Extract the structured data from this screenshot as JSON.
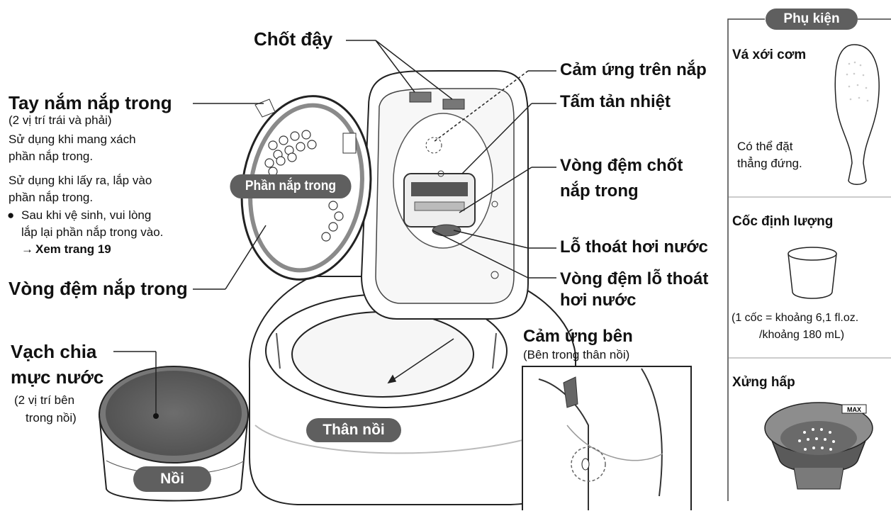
{
  "labels": {
    "chot_day": "Chốt đậy",
    "tay_nam_nap_trong": "Tay nắm nắp trong",
    "tay_nam_note": "(2 vị trí trái và phải)",
    "su_dung_1a": "Sử dụng khi mang xách",
    "su_dung_1b": "phần nắp trong.",
    "su_dung_2a": "Sử dụng khi lấy ra, lắp vào",
    "su_dung_2b": "phần nắp trong.",
    "sau_ve_sinh_a": "Sau khi vệ sinh, vui lòng",
    "sau_ve_sinh_b": "lắp lại phần nắp trong vào.",
    "xem_trang": "Xem trang 19",
    "phan_nap_trong": "Phần nắp trong",
    "vong_dem_nap_trong": "Vòng đệm nắp trong",
    "vach_chia_a": "Vạch chia",
    "vach_chia_b": "mực nước",
    "vach_note_a": "(2 vị trí bên",
    "vach_note_b": "trong nồi)",
    "noi": "Nồi",
    "than_noi": "Thân nồi",
    "cam_ung_tren_nap": "Cảm ứng trên nắp",
    "tam_tan_nhiet": "Tấm tản nhiệt",
    "vong_dem_chot_a": "Vòng đệm chốt",
    "vong_dem_chot_b": "nắp trong",
    "lo_thoat": "Lỗ thoát hơi nước",
    "vong_dem_lo_a": "Vòng đệm lỗ thoát",
    "vong_dem_lo_b": "hơi nước",
    "cam_ung_ben": "Cảm ứng bên",
    "cam_ung_ben_note": "(Bên trong thân nồi)"
  },
  "accessories": {
    "title": "Phụ kiện",
    "va_xoi_com": "Vá xới cơm",
    "co_the_a": "Có thể đặt",
    "co_the_b": "thẳng đứng.",
    "coc_dinh_luong": "Cốc định lượng",
    "coc_note_a": "(1 cốc = khoảng 6,1 fl.oz.",
    "coc_note_b": "/khoảng 180 mL)",
    "xung_hap": "Xửng hấp",
    "max_mark": "MAX"
  },
  "colors": {
    "ink": "#111111",
    "pill": "#5f5f5f",
    "gray": "#8a8a8a",
    "dark_gray": "#6b6b6b"
  }
}
